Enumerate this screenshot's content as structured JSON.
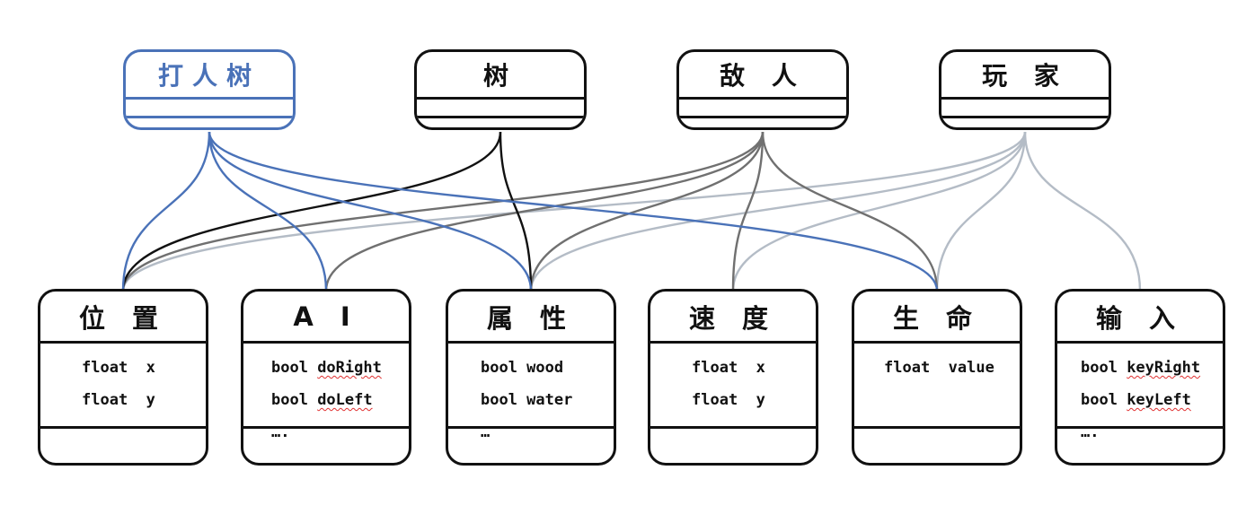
{
  "entities": [
    {
      "id": "e0",
      "name": "打人树",
      "highlight": true
    },
    {
      "id": "e1",
      "name": "树",
      "highlight": false
    },
    {
      "id": "e2",
      "name": "敌 人",
      "highlight": false
    },
    {
      "id": "e3",
      "name": "玩 家",
      "highlight": false
    }
  ],
  "components": [
    {
      "id": "c0",
      "name": "位 置",
      "fields": [
        {
          "text": "float  x",
          "underline": []
        },
        {
          "text": "float  y",
          "underline": []
        }
      ]
    },
    {
      "id": "c1",
      "name": "A I",
      "fields": [
        {
          "text": "bool doRight",
          "underline": [
            "doRight"
          ]
        },
        {
          "text": "bool doLeft",
          "underline": [
            "doLeft"
          ]
        },
        {
          "text": "….",
          "underline": []
        }
      ]
    },
    {
      "id": "c2",
      "name": "属 性",
      "fields": [
        {
          "text": "bool wood",
          "underline": []
        },
        {
          "text": "bool water",
          "underline": []
        },
        {
          "text": "…",
          "underline": []
        }
      ]
    },
    {
      "id": "c3",
      "name": "速 度",
      "fields": [
        {
          "text": "float  x",
          "underline": []
        },
        {
          "text": "float  y",
          "underline": []
        }
      ]
    },
    {
      "id": "c4",
      "name": "生 命",
      "fields": [
        {
          "text": "float  value",
          "underline": []
        }
      ]
    },
    {
      "id": "c5",
      "name": "输 入",
      "fields": [
        {
          "text": "bool keyRight",
          "underline": [
            "keyRight"
          ]
        },
        {
          "text": "bool keyLeft",
          "underline": [
            "keyLeft"
          ]
        },
        {
          "text": "….",
          "underline": []
        }
      ]
    }
  ],
  "links": [
    {
      "entity": 0,
      "component": 0,
      "color": "#4a72b8"
    },
    {
      "entity": 0,
      "component": 1,
      "color": "#4a72b8"
    },
    {
      "entity": 0,
      "component": 2,
      "color": "#4a72b8"
    },
    {
      "entity": 0,
      "component": 4,
      "color": "#4a72b8"
    },
    {
      "entity": 1,
      "component": 0,
      "color": "#111111"
    },
    {
      "entity": 1,
      "component": 2,
      "color": "#111111"
    },
    {
      "entity": 2,
      "component": 0,
      "color": "#707070"
    },
    {
      "entity": 2,
      "component": 1,
      "color": "#707070"
    },
    {
      "entity": 2,
      "component": 2,
      "color": "#707070"
    },
    {
      "entity": 2,
      "component": 3,
      "color": "#707070"
    },
    {
      "entity": 2,
      "component": 4,
      "color": "#707070"
    },
    {
      "entity": 3,
      "component": 0,
      "color": "#b4bcc6"
    },
    {
      "entity": 3,
      "component": 2,
      "color": "#b4bcc6"
    },
    {
      "entity": 3,
      "component": 3,
      "color": "#b4bcc6"
    },
    {
      "entity": 3,
      "component": 4,
      "color": "#b4bcc6"
    },
    {
      "entity": 3,
      "component": 5,
      "color": "#b4bcc6"
    }
  ]
}
